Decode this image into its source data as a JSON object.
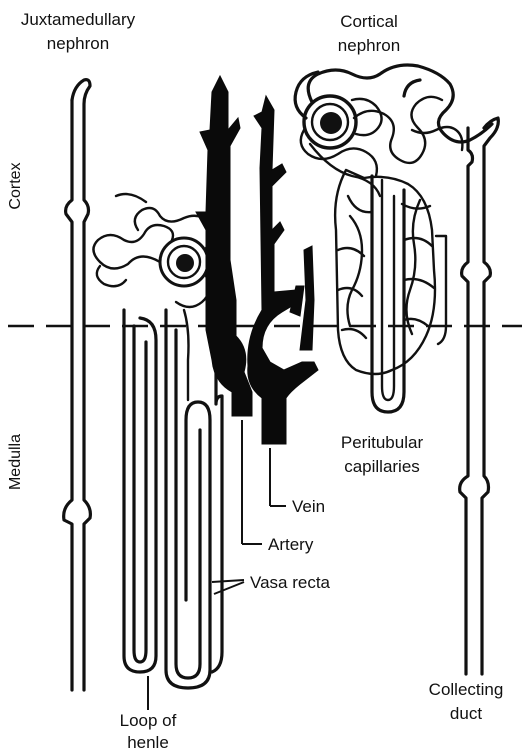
{
  "labels": {
    "juxtamedullary_line1": "Juxtamedullary",
    "juxtamedullary_line2": "nephron",
    "cortical_line1": "Cortical",
    "cortical_line2": "nephron",
    "cortex": "Cortex",
    "medulla": "Medulla",
    "peritubular_line1": "Peritubular",
    "peritubular_line2": "capillaries",
    "vein": "Vein",
    "artery": "Artery",
    "vasa_recta": "Vasa recta",
    "loop_line1": "Loop of",
    "loop_line2": "henle",
    "collecting_line1": "Collecting",
    "collecting_line2": "duct"
  },
  "colors": {
    "ink": "#111111",
    "background": "#ffffff"
  }
}
